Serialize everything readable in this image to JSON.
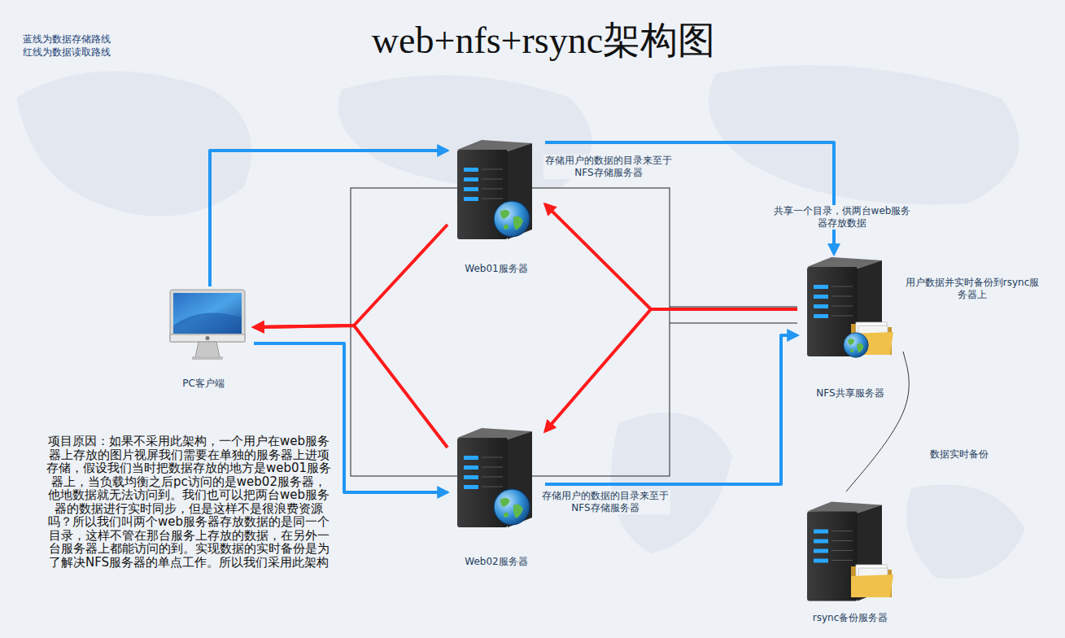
{
  "diagram": {
    "title": "web+nfs+rsync架构图",
    "nodes": [
      {
        "text": [
          "PC客户端"
        ]
      },
      {
        "text": [
          "Web01服务器"
        ]
      },
      {
        "text": [
          "NFS共享服务器"
        ]
      },
      {
        "text": [
          "Web02服务器"
        ]
      },
      {
        "text": [
          "rsync备份服务器"
        ]
      }
    ],
    "edges": [
      {
        "from": 0,
        "to": 1,
        "arrow": "to"
      },
      {
        "from": 0,
        "to": 3,
        "arrow": "to"
      },
      {
        "from": 1,
        "to": 2,
        "arrow": "to",
        "label": "存储用户的数据的目录来至于NFS存储服务器"
      },
      {
        "from": 3,
        "to": 2,
        "arrow": "to",
        "label": "存储用户的数据的目录来至于NFS存储服务器"
      },
      {
        "from": 2,
        "to": 1,
        "arrow": "to"
      },
      {
        "from": 2,
        "to": 3,
        "arrow": "to"
      },
      {
        "from": 1,
        "to": 0,
        "arrow": "to"
      },
      {
        "from": 3,
        "to": 0,
        "arrow": "to"
      },
      {
        "from": 2,
        "to": 4,
        "arrow": "none",
        "label": "数据实时备份"
      }
    ],
    "labels": [
      "蓝线为数据存储路线",
      "红线为数据读取路线",
      "共享一个目录，供两台web服务器存放数据",
      "用户数据并实时备份到rsync服务器上",
      "项目原因：如果不采用此架构，一个用户在web服务器上存放的图片视屏我们需要在单独的服务器上进项存储，假设我们当时把数据存放的地方是web01服务器上，当负载均衡之后pc访问的是web02服务器，他地数据就无法访问到。我们也可以把两台web服务器的数据进行实时同步，但是这样不是很浪费资源吗？所以我们叫两个web服务器存放数据的是同一个目录，这样不管在那台服务上存放的数据，在另外一台服务器上都能访问的到。实现数据的实时备份是为了解决NFS服务器的单点工作。所以我们采用此架构"
    ]
  }
}
